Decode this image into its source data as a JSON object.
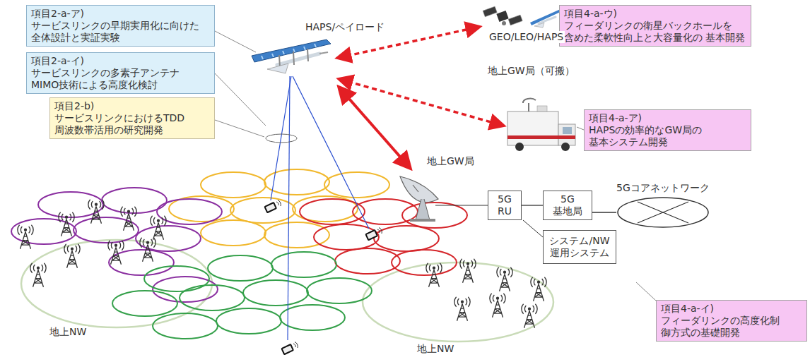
{
  "diagram": {
    "nodes": [
      {
        "text": [
          "項目2-a-ア)",
          "サービスリンクの早期実用化に向けた 全体設計と実証実験"
        ]
      },
      {
        "text": [
          "項目2-a-イ)",
          "サービスリンクの多素子アンテナ MIMO技術による高度化検討"
        ]
      },
      {
        "text": [
          "項目2-b)",
          "サービスリンクにおけるTDD 周波数帯活用の研究開発"
        ]
      },
      {
        "text": [
          "項目4-a-ウ)",
          "フィーダリンクの衛星バックホールを 含めた柔軟性向上と大容量化の 基本開発"
        ]
      },
      {
        "text": [
          "項目4-a-ア)",
          "HAPSの効率的なGW局の 基本システム開発"
        ]
      },
      {
        "text": [
          "項目4-a-イ)",
          "フィーダリンクの高度化制 御方式の基礎開発"
        ]
      },
      {
        "text": [
          "5G RU"
        ]
      },
      {
        "text": [
          "5G 基地局"
        ]
      },
      {
        "text": [
          "5Gコアネットワーク"
        ]
      },
      {
        "text": [
          "システム/NW 運用システム"
        ]
      }
    ],
    "edges": [
      {
        "from": 6,
        "to": 7,
        "arrow": "none"
      },
      {
        "from": 7,
        "to": 8,
        "arrow": "none"
      }
    ],
    "labels": [
      "HAPS/ペイロード",
      "GEO/LEO/HAPS",
      "地上GW局（可搬）",
      "地上GW局",
      "地上NW",
      "地上NW"
    ]
  }
}
